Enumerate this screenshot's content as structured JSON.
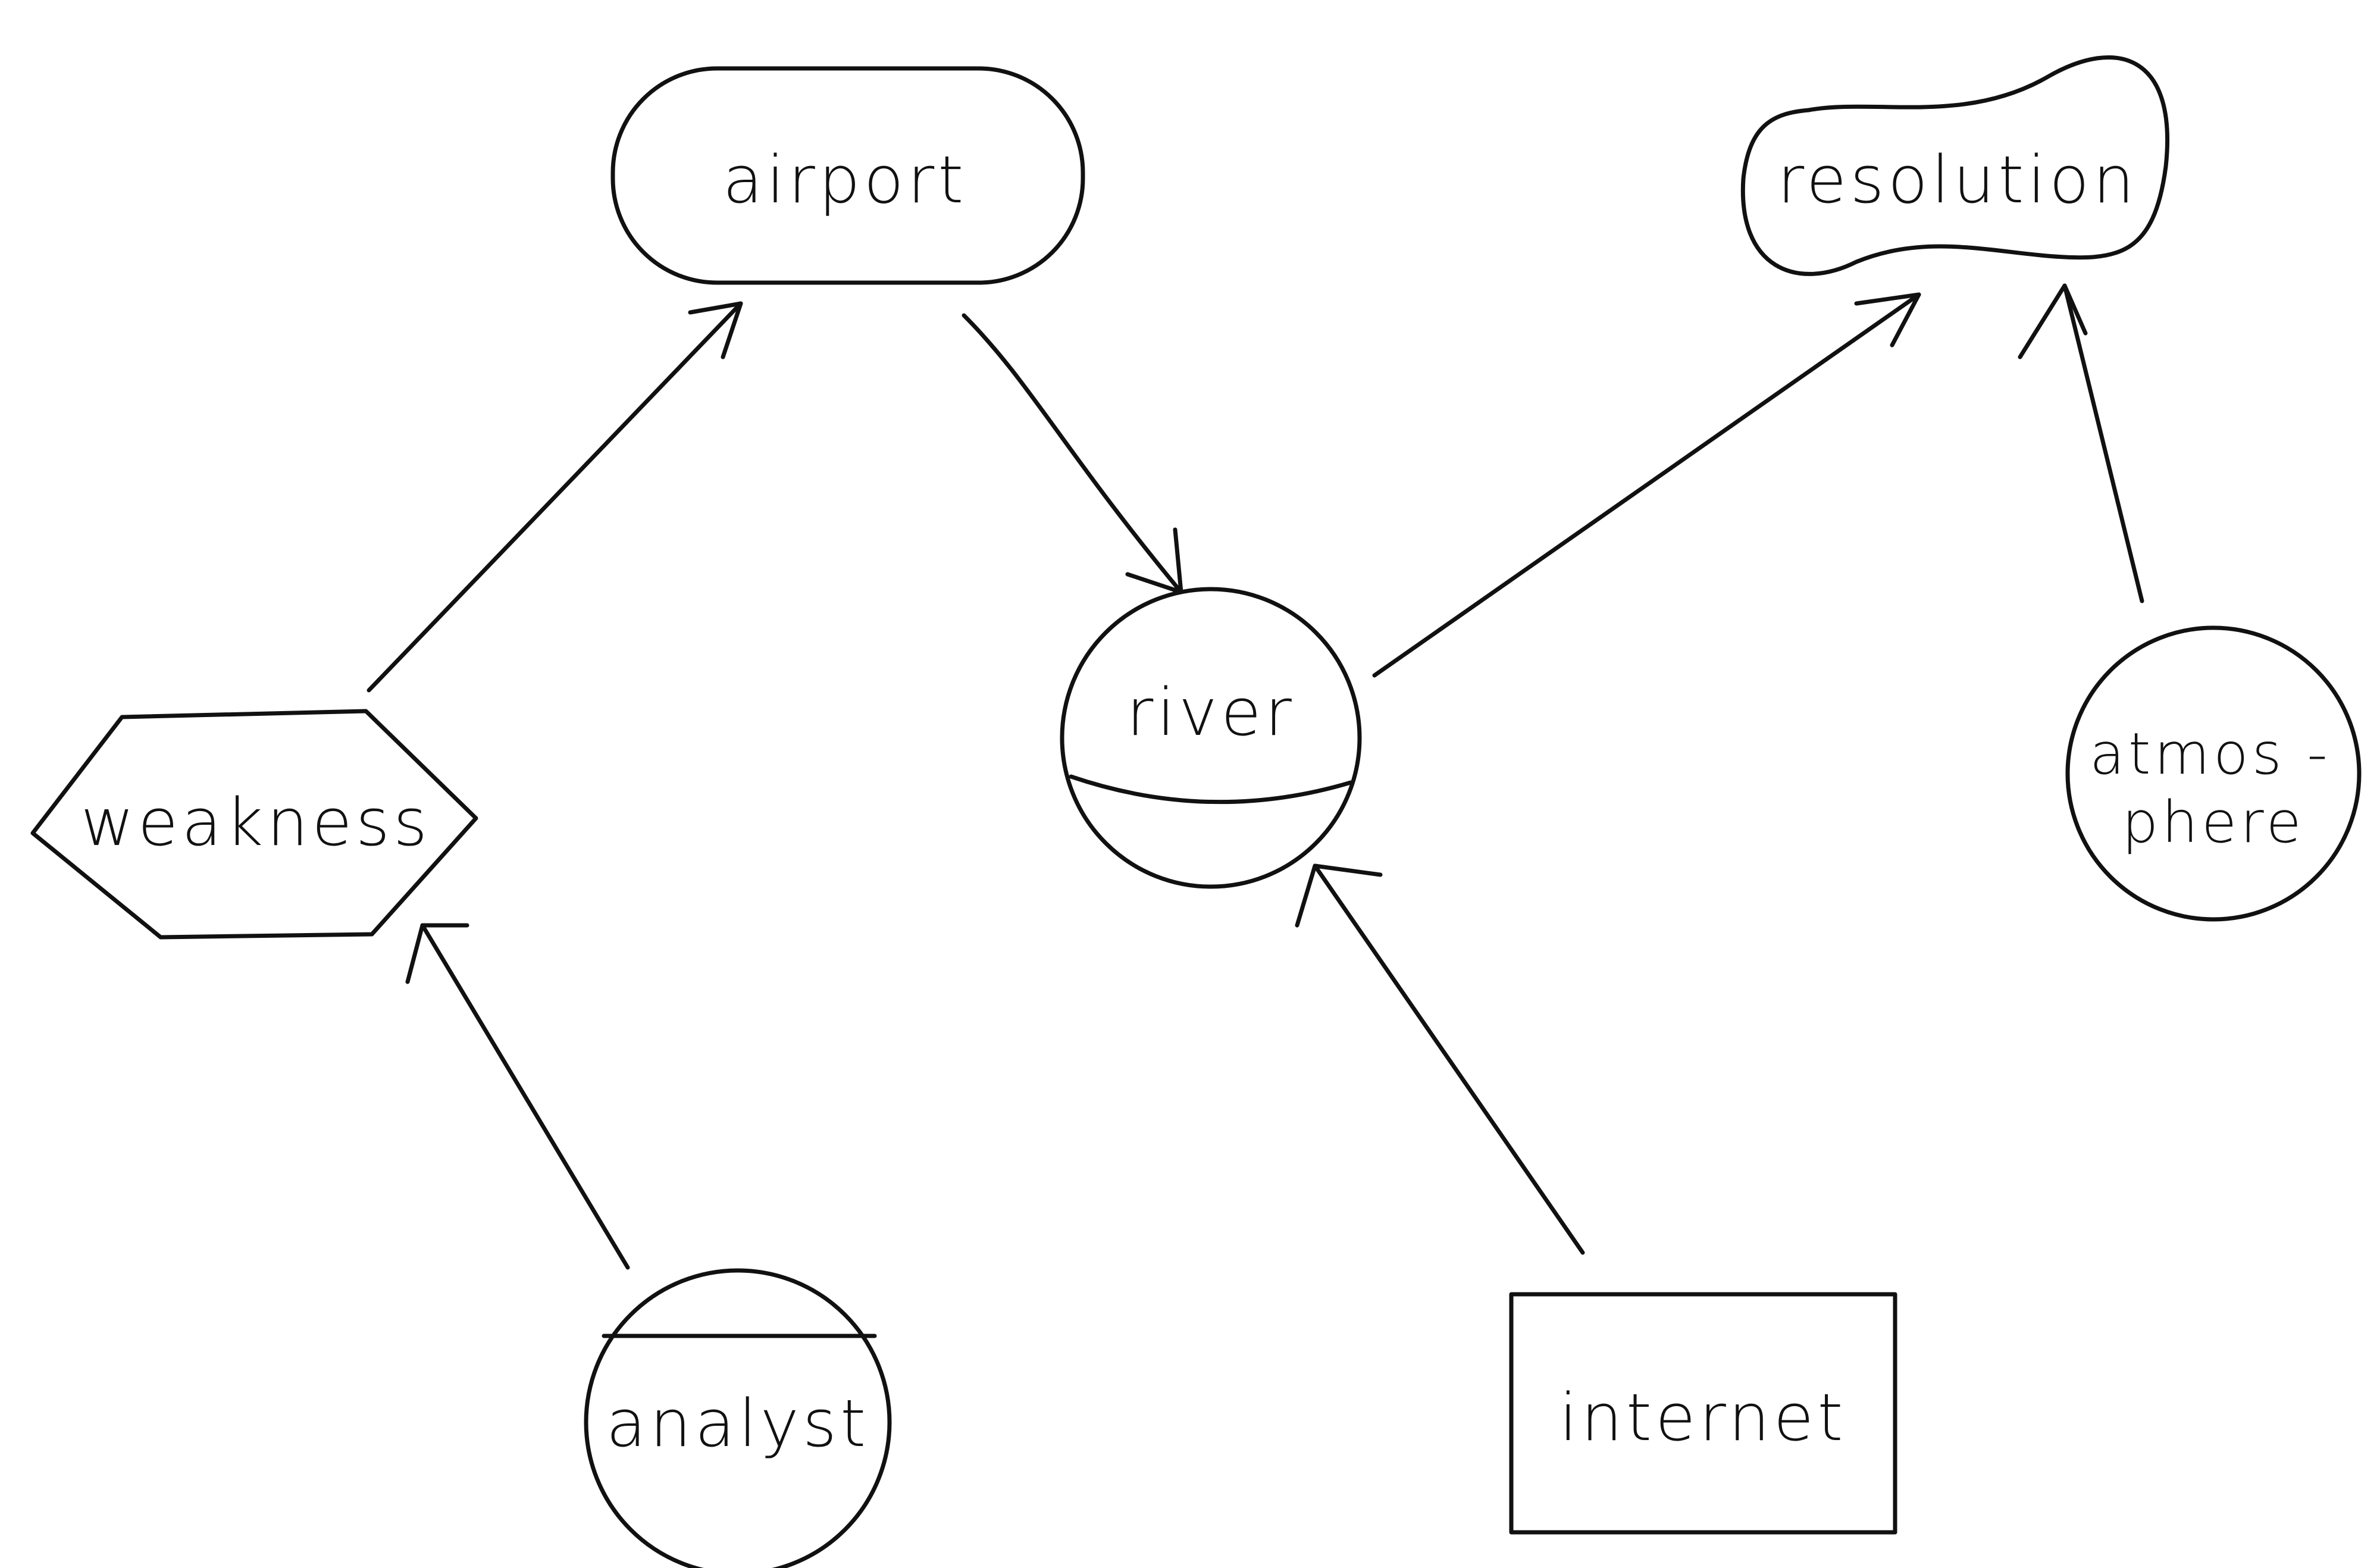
{
  "nodes": {
    "airport": {
      "label": "airport"
    },
    "resolution": {
      "label": "resolution"
    },
    "river": {
      "label": "river"
    },
    "weakness": {
      "label": "weakness"
    },
    "atmosphere": {
      "label_line1": "atmos -",
      "label_line2": "phere"
    },
    "analyst": {
      "label": "analyst"
    },
    "internet": {
      "label": "internet"
    }
  },
  "edges": [
    {
      "from": "weakness",
      "to": "airport"
    },
    {
      "from": "airport",
      "to": "river"
    },
    {
      "from": "river",
      "to": "resolution"
    },
    {
      "from": "atmosphere",
      "to": "resolution"
    },
    {
      "from": "analyst",
      "to": "weakness"
    },
    {
      "from": "internet",
      "to": "river"
    }
  ]
}
